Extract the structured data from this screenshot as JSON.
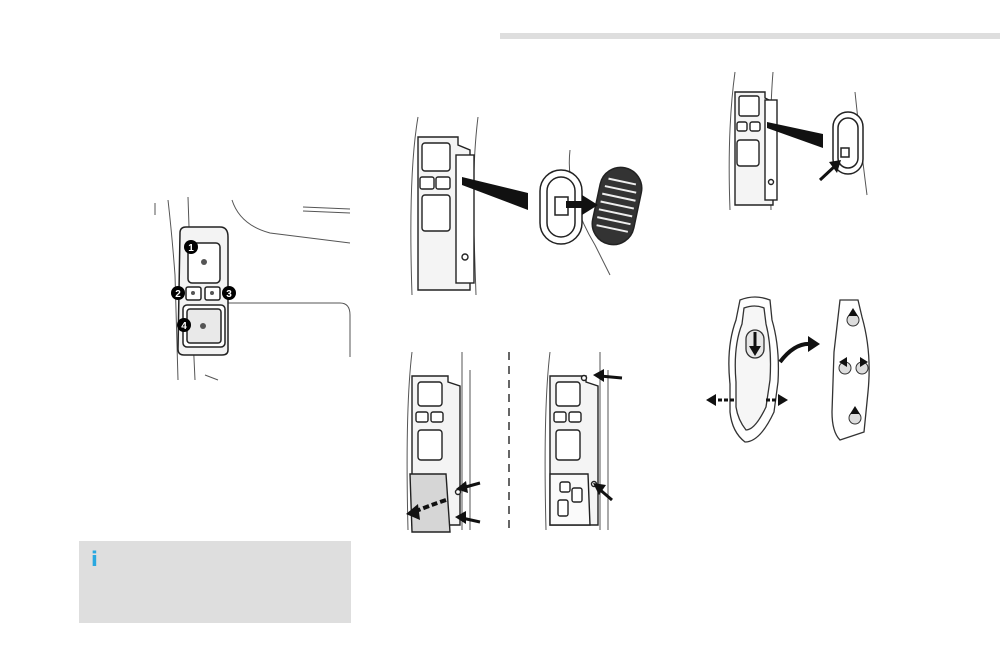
{
  "illustrations": {
    "rear_lamp_overview": {
      "callouts": [
        "1",
        "2",
        "3",
        "4"
      ]
    }
  },
  "info_box": {
    "icon": "info-icon",
    "icon_glyph": "i",
    "text": ""
  },
  "colors": {
    "info_accent": "#29a8e0",
    "panel_gray": "#dedede",
    "line_dark": "#222222",
    "callout_fill": "#000000"
  }
}
